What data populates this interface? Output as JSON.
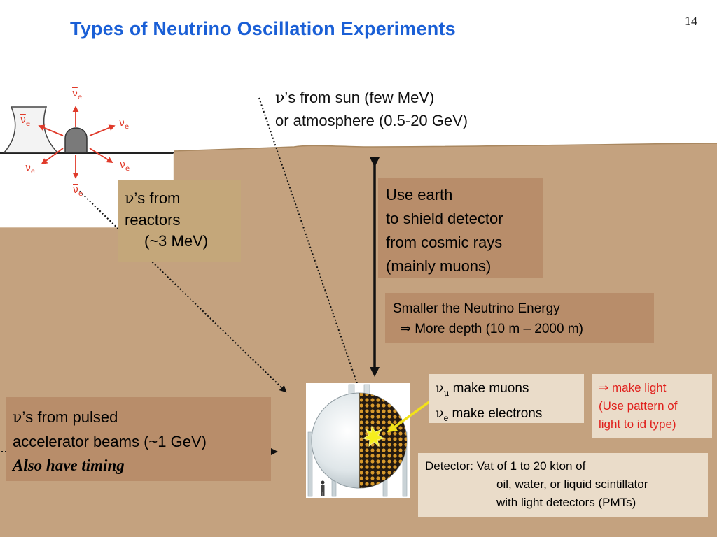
{
  "page": {
    "title": "Types of Neutrino Oscillation Experiments",
    "page_number": "14"
  },
  "labels": {
    "sun_line1": "’s from sun (few MeV)",
    "sun_line2": "or atmosphere (0.5-20 GeV)",
    "reactor_line1": "’s from",
    "reactor_line2": "reactors",
    "reactor_line3": "(~3 MeV)",
    "earth_line1": "Use earth",
    "earth_line2": "to shield detector",
    "earth_line3": "from cosmic rays",
    "earth_line4": "(mainly muons)",
    "energy_line1": "Smaller the Neutrino Energy",
    "energy_line2": " More depth (10 m – 2000 m)",
    "muons_line1": " make muons",
    "muons_line2": " make electrons",
    "light_line1": " make light",
    "light_line2": "(Use pattern of",
    "light_line3": "light to id type)",
    "detector_line1": "Detector: Vat of 1 to 20 kton of",
    "detector_line2": "oil, water, or liquid scintillator",
    "detector_line3": "with light detectors (PMTs)",
    "accel_line1": "’s from pulsed",
    "accel_line2": "accelerator beams (~1 GeV)",
    "accel_line3": "Also have timing"
  },
  "symbols": {
    "nu": "ν",
    "mu": "μ",
    "e": "e",
    "implies": "⇒"
  },
  "colors": {
    "title": "#1a5fd6",
    "ground": "#c4a27f",
    "box_dark": "#b88d6a",
    "box_light": "#eadcc9",
    "box_reactor": "#c4a77a",
    "neutrino_arrow": "#e03a2a",
    "highlight_text": "#e0201c",
    "pmt_dots": "#d89a2c"
  },
  "icons": {
    "cooling_tower": "cooling-tower-icon",
    "reactor_dome": "reactor-dome-icon",
    "detector_sphere": "detector-sphere-icon",
    "person": "person-icon",
    "flash": "flash-icon"
  }
}
